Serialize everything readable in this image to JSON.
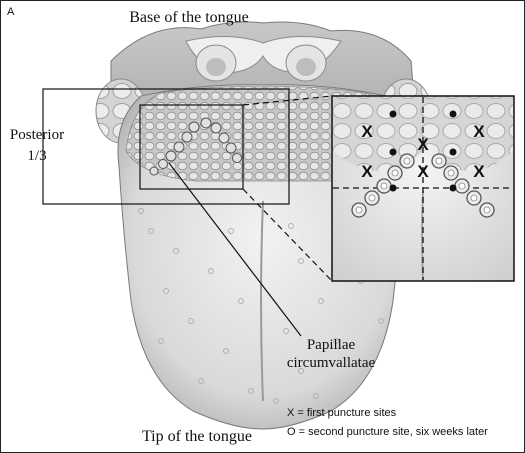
{
  "panel_letter": "A",
  "labels": {
    "base": "Base of the tongue",
    "tip": "Tip of the tongue",
    "posterior_line1": "Posterior",
    "posterior_line2": "1/3",
    "papillae_line1": "Papillae",
    "papillae_line2": "circumvallatae"
  },
  "marks": {
    "x_symbol": "X"
  },
  "legend": {
    "first": "X = first puncture sites",
    "second": "O = second puncture site, six weeks later"
  }
}
